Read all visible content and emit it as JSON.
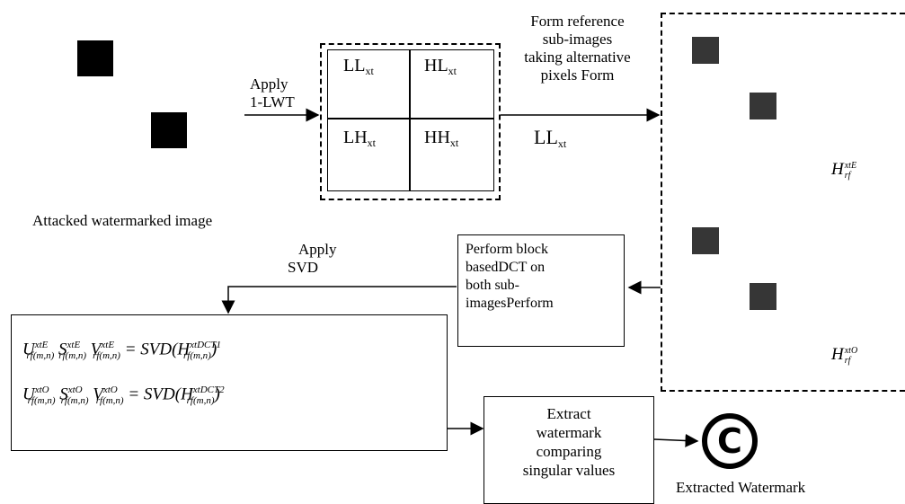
{
  "input_image": {
    "caption": "Attacked watermarked image"
  },
  "step_lwt": {
    "line1": "Apply",
    "line2": "1-LWT"
  },
  "subbands": {
    "ll": "LL",
    "hl": "HL",
    "lh": "LH",
    "hh": "HH",
    "subscript": "xt"
  },
  "form_reference": {
    "line1": "Form reference",
    "line2": "sub-images",
    "line3": "taking alternative",
    "line4": "pixels Form",
    "band": "LL",
    "band_subscript": "xt"
  },
  "ref_images": {
    "even_base": "H",
    "even_sup": "xtE",
    "even_sub": "rf",
    "odd_base": "H",
    "odd_sup": "xtO",
    "odd_sub": "rf"
  },
  "dct_box": {
    "line1": "Perform block",
    "line2": "basedDCT on",
    "line3": "both  sub-",
    "line4": "imagesPerform"
  },
  "step_svd": {
    "line1": "Apply",
    "line2": "SVD"
  },
  "svd_equations": {
    "eq1": {
      "u": "U",
      "u_sup": "xtE",
      "u_sub": "rf(m,n)",
      "s": "S",
      "s_sup": "xtE",
      "s_sub": "rf(m,n)",
      "v": "V",
      "v_sup": "xtE",
      "v_sub": "rf(m,n)",
      "rhs_fn": "= SVD(H",
      "rhs_sup": "xtDCT1",
      "rhs_sub": "rf(m,n)",
      "rhs_close": ")"
    },
    "eq2": {
      "u": "U",
      "u_sup": "xtO",
      "u_sub": "rf(m,n)",
      "s": "S",
      "s_sup": "xtO",
      "s_sub": "rf(m,n)",
      "v": "V",
      "v_sup": "xtO",
      "v_sub": "rf(m,n)",
      "rhs_fn": "= SVD(H",
      "rhs_sup": "xtDCT2",
      "rhs_sub": "rf(m,n)",
      "rhs_close": ")"
    }
  },
  "extract_box": {
    "line1": "Extract",
    "line2": "watermark",
    "line3": "comparing",
    "line4": "singular values"
  },
  "watermark": {
    "symbol": "C",
    "caption": "Extracted Watermark"
  }
}
